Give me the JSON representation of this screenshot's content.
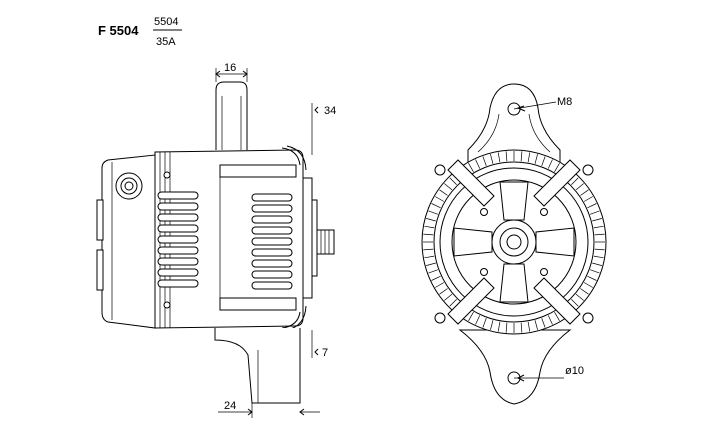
{
  "header": {
    "model": "F 5504",
    "part_number": "5504",
    "rating": "35A"
  },
  "dimensions": {
    "top_width": "16",
    "top_height": "34",
    "bottom_height": "7",
    "bottom_width": "24",
    "upper_hole": "M8",
    "lower_hole": "ø10"
  }
}
